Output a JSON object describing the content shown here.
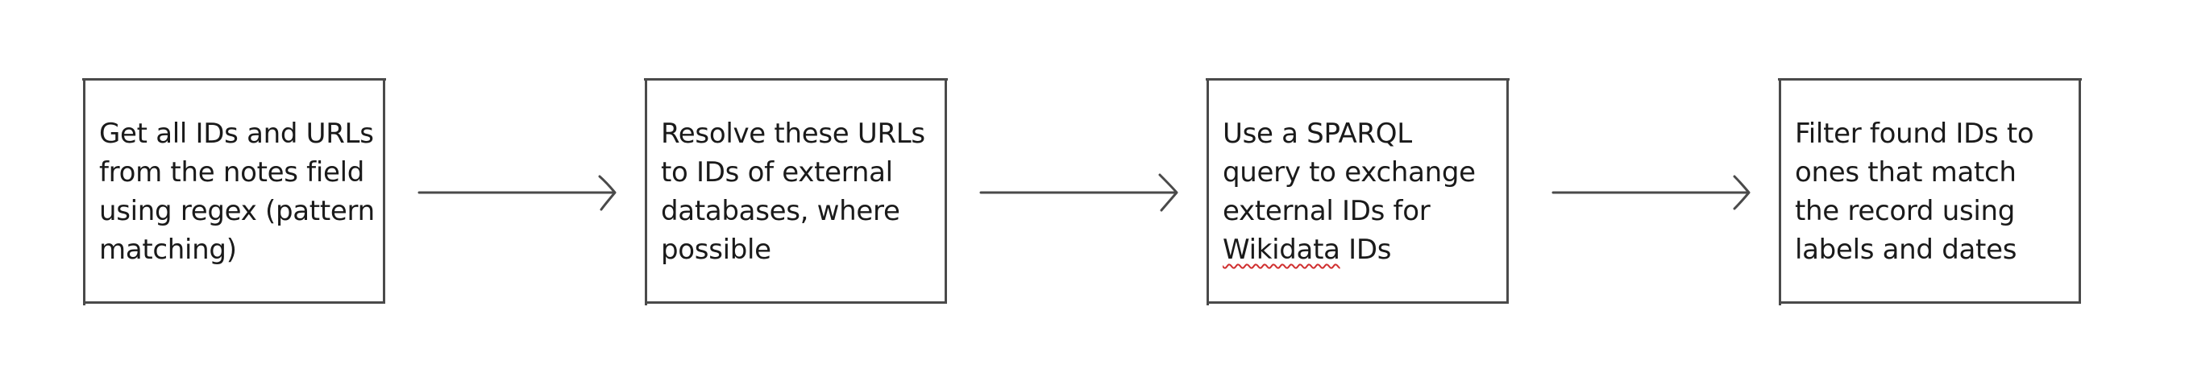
{
  "diagram": {
    "steps": [
      {
        "text": "Get all IDs and URLs\nfrom the notes field\nusing regex (pattern\nmatching)"
      },
      {
        "text": "Resolve these URLs\nto IDs of external\ndatabases, where\npossible"
      },
      {
        "text_before": "Use a SPARQL\nquery to exchange\nexternal IDs for\n",
        "text_flagged": "Wikidata",
        "text_after": " IDs"
      },
      {
        "text": "Filter found IDs to\nones that match\nthe record using\nlabels and dates"
      }
    ],
    "colors": {
      "box_stroke": "#4a4a4a",
      "arrow_stroke": "#4a4a4a",
      "text": "#1a1a1a",
      "spellcheck_underline": "#d03030"
    }
  }
}
